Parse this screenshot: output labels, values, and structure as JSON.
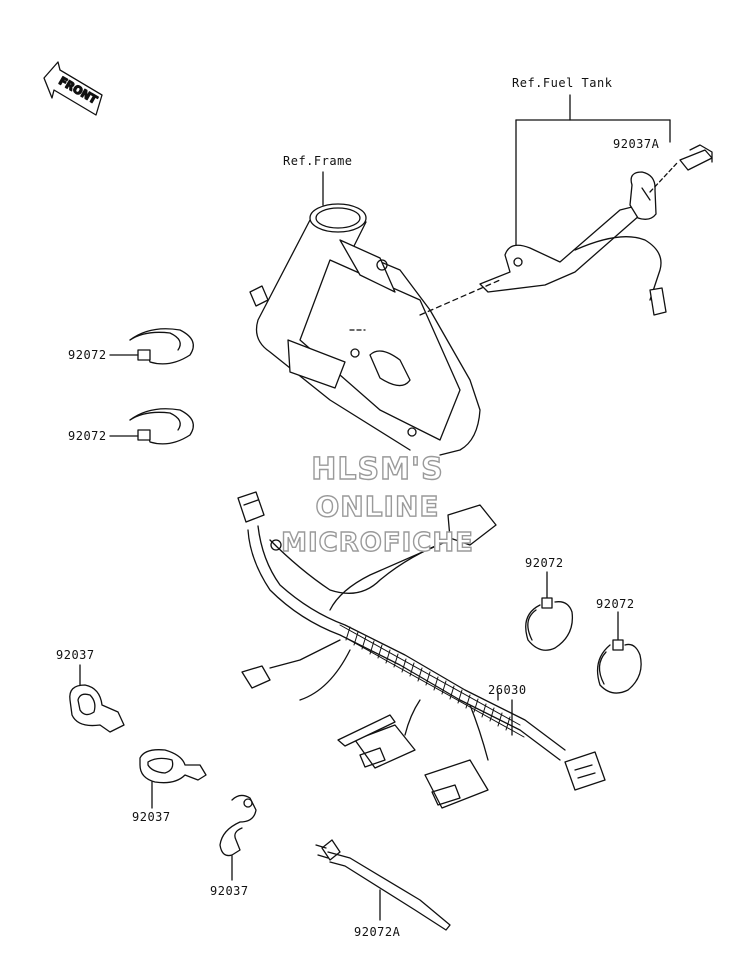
{
  "refs": {
    "fuel_tank": "Ref.Fuel Tank",
    "frame": "Ref.Frame"
  },
  "front_arrow": "FRONT",
  "parts": {
    "p92037A": "92037A",
    "p92072_a": "92072",
    "p92072_b": "92072",
    "p92072_c": "92072",
    "p92072_d": "92072",
    "p92037_a": "92037",
    "p92037_b": "92037",
    "p92037_c": "92037",
    "p26030": "26030",
    "p92072A": "92072A"
  },
  "watermark": {
    "line1": "HLSM'S",
    "line2": "ONLINE",
    "line3": "MICROFICHE"
  }
}
